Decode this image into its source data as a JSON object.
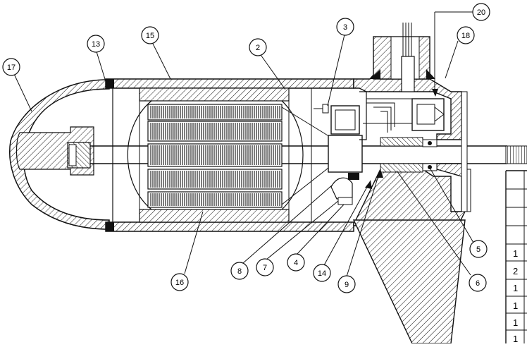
{
  "balloons": [
    {
      "id": "b17",
      "label": "17"
    },
    {
      "id": "b13",
      "label": "13"
    },
    {
      "id": "b15",
      "label": "15"
    },
    {
      "id": "b2",
      "label": "2"
    },
    {
      "id": "b3",
      "label": "3"
    },
    {
      "id": "b20",
      "label": "20"
    },
    {
      "id": "b18",
      "label": "18"
    },
    {
      "id": "b16",
      "label": "16"
    },
    {
      "id": "b8",
      "label": "8"
    },
    {
      "id": "b7",
      "label": "7"
    },
    {
      "id": "b4",
      "label": "4"
    },
    {
      "id": "b14",
      "label": "14"
    },
    {
      "id": "b9",
      "label": "9"
    },
    {
      "id": "b6",
      "label": "6"
    },
    {
      "id": "b5",
      "label": "5"
    }
  ],
  "qty_column": [
    "1",
    "2",
    "1",
    "1",
    "1",
    "1"
  ],
  "colors": {
    "line": "#111111",
    "paper": "#ffffff"
  }
}
